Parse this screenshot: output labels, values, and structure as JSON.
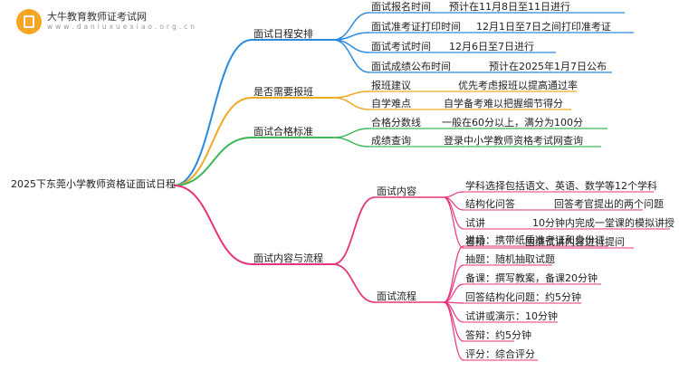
{
  "logo": {
    "title": "大牛教育教师证考试网",
    "url": "w w w . d a n i u x u e x i a o . o r g . c n"
  },
  "root": "2025下东莞小学教师资格证面试日程",
  "branches": [
    {
      "label": "面试日程安排",
      "color": "#2a8ae0",
      "items": [
        {
          "label": "面试报名时间",
          "value": "预计在11月8日至11日进行"
        },
        {
          "label": "面试准考证打印时间",
          "value": "12月1日至7日之间打印准考证"
        },
        {
          "label": "面试考试时间",
          "value": "12月6日至7日进行"
        },
        {
          "label": "面试成绩公布时间",
          "value": "预计在2025年1月7日公布"
        }
      ]
    },
    {
      "label": "是否需要报班",
      "color": "#f0a922",
      "items": [
        {
          "label": "报班建议",
          "value": "优先考虑报班以提高通过率"
        },
        {
          "label": "自学难点",
          "value": "自学备考难以把握细节得分"
        }
      ]
    },
    {
      "label": "面试合格标准",
      "color": "#3db75a",
      "items": [
        {
          "label": "合格分数线",
          "value": "一般在60分以上，满分为100分"
        },
        {
          "label": "成绩查询",
          "value": "登录中小学教师资格考试网查询"
        }
      ]
    },
    {
      "label": "面试内容与流程",
      "color": "#e8337a",
      "groups": [
        {
          "label": "面试内容",
          "items": [
            {
              "label": "学科选择包括语文、英语、数学等12个学科"
            },
            {
              "label": "结构化问答",
              "value": "回答考官提出的两个问题"
            },
            {
              "label": "试讲",
              "value": "10分钟内完成一堂课的模拟讲授"
            },
            {
              "label": "答辩",
              "value": "围绕试讲内容进行提问"
            }
          ]
        },
        {
          "label": "面试流程",
          "items": [
            {
              "label": "进场：携带纸质准考证和身份证"
            },
            {
              "label": "抽题：随机抽取试题"
            },
            {
              "label": "备课：撰写教案，备课20分钟"
            },
            {
              "label": "回答结构化问题：约5分钟"
            },
            {
              "label": "试讲或演示：10分钟"
            },
            {
              "label": "答辩：约5分钟"
            },
            {
              "label": "评分：综合评分"
            }
          ]
        }
      ]
    }
  ]
}
